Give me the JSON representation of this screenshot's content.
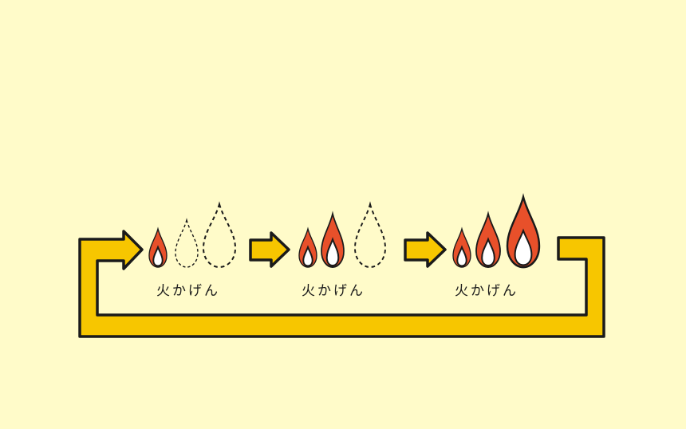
{
  "colors": {
    "background": "#fffbc9",
    "arrow": "#f7c600",
    "flame": "#e8502a",
    "flame_core": "#ffffff",
    "outline": "#1a1a1a"
  },
  "stages": [
    {
      "label": "火かげん",
      "level": "low",
      "lit_flames": 1,
      "total_flames": 3
    },
    {
      "label": "火かげん",
      "level": "medium",
      "lit_flames": 2,
      "total_flames": 3
    },
    {
      "label": "火かげん",
      "level": "high",
      "lit_flames": 3,
      "total_flames": 3
    }
  ]
}
